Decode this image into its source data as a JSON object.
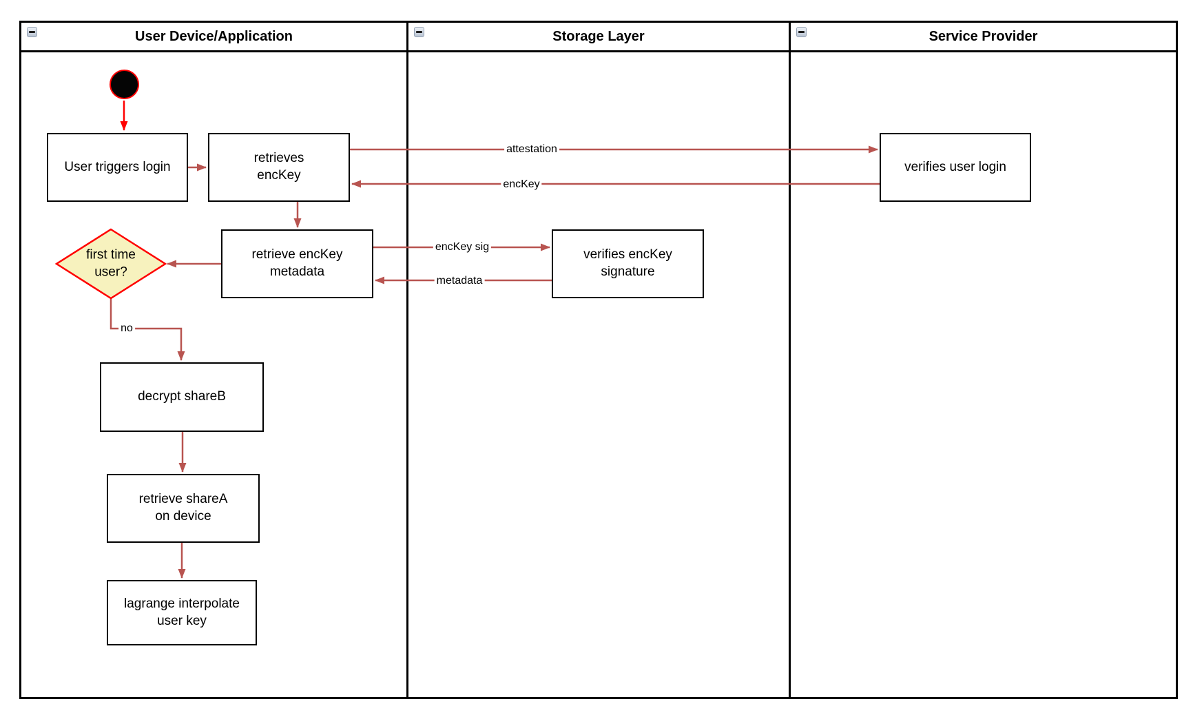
{
  "pool": {
    "lanes": [
      {
        "title": "User Device/Application"
      },
      {
        "title": "Storage Layer"
      },
      {
        "title": "Service Provider"
      }
    ]
  },
  "nodes": {
    "user_triggers_login": "User triggers login",
    "retrieves_enckey": "retrieves\nencKey",
    "verifies_user_login": "verifies user login",
    "retrieve_enckey_metadata": "retrieve encKey\nmetadata",
    "verifies_enckey_signature": "verifies encKey\nsignature",
    "first_time_user": "first time\nuser?",
    "decrypt_shareb": "decrypt shareB",
    "retrieve_sharea": "retrieve shareA\non device",
    "lagrange_interpolate": "lagrange interpolate\nuser key"
  },
  "edge_labels": {
    "attestation": "attestation",
    "enckey": "encKey",
    "enckey_sig": "encKey sig",
    "metadata": "metadata",
    "no": "no"
  },
  "colors": {
    "edge_red": "#b85450",
    "highlight_red": "#ff0000",
    "decision_fill": "#f7f2be",
    "decision_stroke": "#ff0000",
    "node_border": "#000000",
    "start_fill": "#000000"
  }
}
